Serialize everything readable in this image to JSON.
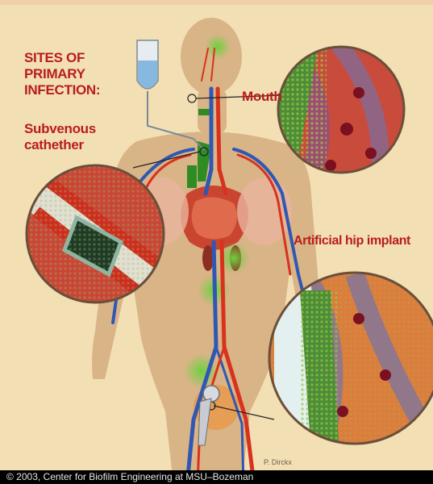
{
  "labels": {
    "sites_title": "SITES OF\nPRIMARY\nINFECTION:",
    "subvenous": "Subvenous\ncathether",
    "mouth": "Mouth",
    "hip_implant": "Artificial hip implant",
    "artist": "P. Dirckx"
  },
  "footer": {
    "copyright": "©  2003, Center for Biofilm Engineering at MSU–Bozeman"
  },
  "colors": {
    "background": "#f3dfb4",
    "label_red": "#b81d1d",
    "body_silhouette": "#d9b487",
    "artery_red": "#d8321e",
    "vein_blue": "#2f58b5",
    "biofilm_green": "#3f9a26"
  }
}
